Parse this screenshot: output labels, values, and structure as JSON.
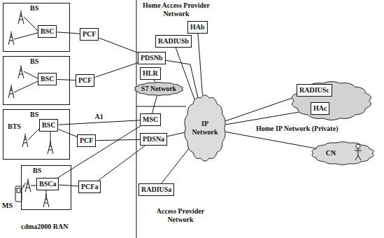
{
  "diagram": {
    "nodes": [
      {
        "text": [
          "BS"
        ]
      },
      {
        "text": [
          "BSC"
        ],
        "in": 0
      },
      {
        "text": [
          "PCF"
        ]
      },
      {
        "text": [
          "HAb"
        ]
      },
      {
        "text": [
          "RADIUSb"
        ]
      },
      {
        "text": [
          "BS"
        ]
      },
      {
        "text": [
          "BSC"
        ],
        "in": 5
      },
      {
        "text": [
          "PCF"
        ]
      },
      {
        "text": [
          "PDSNb"
        ]
      },
      {
        "text": [
          "HLR"
        ]
      },
      {
        "text": [
          "S7 Network"
        ]
      },
      {
        "text": [
          "BS",
          "BTS"
        ]
      },
      {
        "text": [
          "BSC"
        ],
        "in": 11
      },
      {
        "text": [
          "MSC"
        ]
      },
      {
        "text": [
          "PCF"
        ]
      },
      {
        "text": [
          "PDSNa"
        ]
      },
      {
        "text": [
          "IP Network"
        ]
      },
      {
        "text": [
          "Home IP Network (Private)"
        ]
      },
      {
        "text": [
          "RADIUSc"
        ],
        "in": 17
      },
      {
        "text": [
          "HAc"
        ],
        "in": 17
      },
      {
        "text": [
          "CN"
        ]
      },
      {
        "text": [
          "BS"
        ]
      },
      {
        "text": [
          "BSCa"
        ],
        "in": 21
      },
      {
        "text": [
          "PCFa"
        ]
      },
      {
        "text": [
          "RADIUSa"
        ]
      }
    ],
    "edges": [
      {
        "from": 1,
        "to": 2,
        "arrow": "none"
      },
      {
        "from": 2,
        "to": 8,
        "arrow": "none"
      },
      {
        "from": 6,
        "to": 7,
        "arrow": "none"
      },
      {
        "from": 7,
        "to": 8,
        "arrow": "none"
      },
      {
        "from": 3,
        "to": 16,
        "arrow": "none"
      },
      {
        "from": 4,
        "to": 16,
        "arrow": "none"
      },
      {
        "from": 8,
        "to": 16,
        "arrow": "none"
      },
      {
        "from": 9,
        "to": 10,
        "arrow": "none"
      },
      {
        "from": 10,
        "to": 13,
        "arrow": "none"
      },
      {
        "from": 12,
        "to": 13,
        "label": "A1",
        "arrow": "none"
      },
      {
        "from": 12,
        "to": 14,
        "arrow": "none"
      },
      {
        "from": 14,
        "to": 15,
        "arrow": "none"
      },
      {
        "from": 15,
        "to": 16,
        "arrow": "none"
      },
      {
        "from": 22,
        "to": 23,
        "arrow": "none"
      },
      {
        "from": 23,
        "to": 15,
        "arrow": "none"
      },
      {
        "from": 22,
        "to": 13,
        "arrow": "none"
      },
      {
        "from": 24,
        "to": 16,
        "arrow": "none"
      },
      {
        "from": 16,
        "to": 18,
        "arrow": "none"
      },
      {
        "from": 16,
        "to": 19,
        "arrow": "none"
      },
      {
        "from": 16,
        "to": 20,
        "arrow": "none"
      }
    ],
    "labels": [
      "Home Access Provider Network",
      "Access Provider Network",
      "cdma2000 RAN",
      "MS"
    ]
  }
}
